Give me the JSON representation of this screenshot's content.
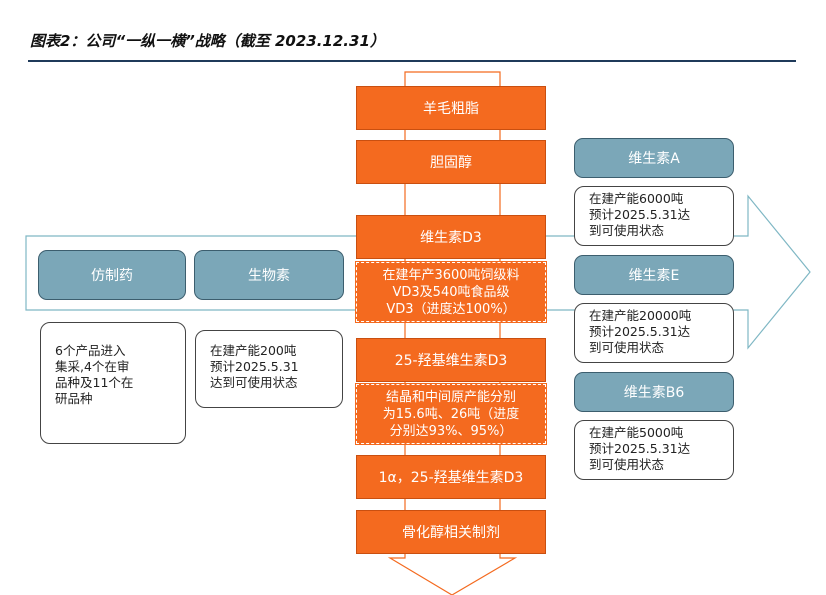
{
  "title": "图表2：公司“一纵一横”战略（截至 2023.12.31）",
  "colors": {
    "orange": "#f46a1f",
    "teal": "#7ba7b8",
    "arrow_outline": "#7fb7c4"
  },
  "vertical_chain": [
    {
      "label": "羊毛粗脂"
    },
    {
      "label": "胆固醇"
    },
    {
      "label": "维生素D3"
    },
    {
      "label": "在建年产3600吨饲级料\nVD3及540吨食品级\nVD3（进度达100%）"
    },
    {
      "label": "25-羟基维生素D3"
    },
    {
      "label": "结晶和中间原产能分别\n为15.6吨、26吨（进度\n分别达93%、95%）"
    },
    {
      "label": "1α，25-羟基维生素D3"
    },
    {
      "label": "骨化醇相关制剂"
    }
  ],
  "left_branch": [
    {
      "label": "仿制药",
      "note": "6个产品进入\n集采,4个在审\n品种及11个在\n研品种"
    },
    {
      "label": "生物素",
      "note": "在建产能200吨\n预计2025.5.31\n达到可使用状态"
    }
  ],
  "right_branch": [
    {
      "label": "维生素A",
      "note": "在建产能6000吨\n预计2025.5.31达\n到可使用状态"
    },
    {
      "label": "维生素E",
      "note": "在建产能20000吨\n预计2025.5.31达\n到可使用状态"
    },
    {
      "label": "维生素B6",
      "note": "在建产能5000吨\n预计2025.5.31达\n到可使用状态"
    }
  ]
}
